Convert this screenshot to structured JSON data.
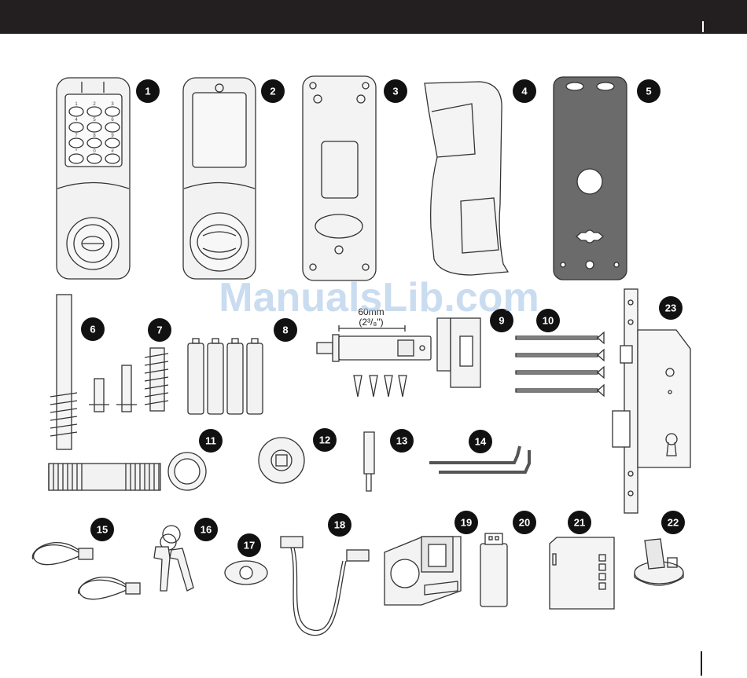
{
  "watermark": "ManualsLib.com",
  "dimension": {
    "metric": "60mm",
    "imperial": "(2³/₈\")"
  },
  "keypad_keys": [
    "1",
    "2",
    "3",
    "4",
    "5",
    "6",
    "7",
    "8",
    "9",
    "*",
    "0",
    "#"
  ],
  "parts": [
    {
      "id": "1",
      "name": "keypad-exterior-lock"
    },
    {
      "id": "2",
      "name": "interior-lock-assembly"
    },
    {
      "id": "3",
      "name": "interior-mounting-plate"
    },
    {
      "id": "4",
      "name": "lever-handle"
    },
    {
      "id": "5",
      "name": "exterior-mounting-plate"
    },
    {
      "id": "6",
      "name": "long-spindle-with-spring"
    },
    {
      "id": "7",
      "name": "short-spindles-and-spring"
    },
    {
      "id": "8",
      "name": "aa-batteries"
    },
    {
      "id": "9",
      "name": "latch-and-strike-plate"
    },
    {
      "id": "10",
      "name": "mounting-screws"
    },
    {
      "id": "11",
      "name": "spacer-ring"
    },
    {
      "id": "12",
      "name": "spindle-adapter"
    },
    {
      "id": "13",
      "name": "spindle-pin"
    },
    {
      "id": "14",
      "name": "allen-keys"
    },
    {
      "id": "15",
      "name": "wire-cables"
    },
    {
      "id": "16",
      "name": "keys-on-ring"
    },
    {
      "id": "17",
      "name": "rosette-cover"
    },
    {
      "id": "18",
      "name": "connection-cable"
    },
    {
      "id": "19",
      "name": "bracket"
    },
    {
      "id": "20",
      "name": "usb-module"
    },
    {
      "id": "21",
      "name": "control-module"
    },
    {
      "id": "22",
      "name": "cylinder-cam"
    },
    {
      "id": "23",
      "name": "mortise-lock-body"
    }
  ],
  "colors": {
    "bar": "#231f20",
    "badge": "#111111",
    "metal": "#eeeeee",
    "plate": "#6b6b6b",
    "stroke": "#333333"
  }
}
